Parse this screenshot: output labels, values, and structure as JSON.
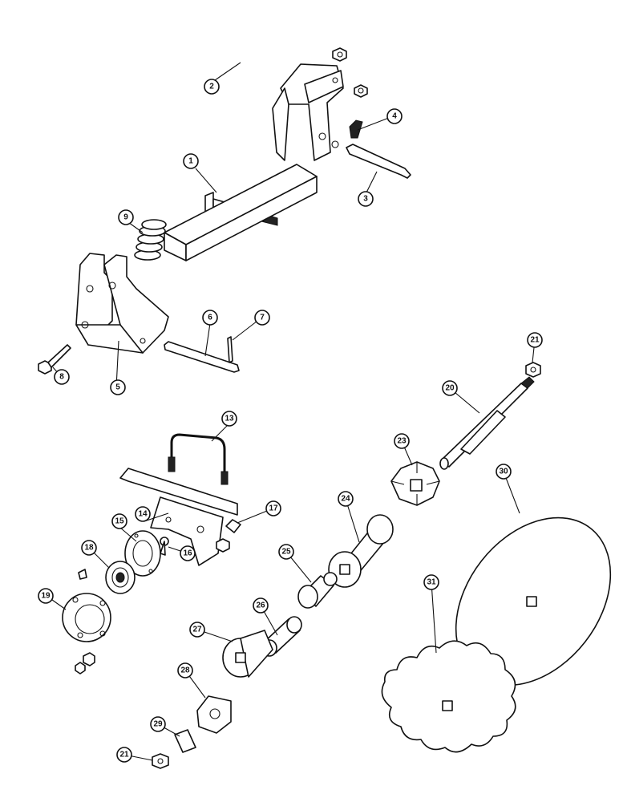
{
  "callouts": {
    "c1": "1",
    "c2": "2",
    "c3": "3",
    "c4": "4",
    "c5": "5",
    "c6": "6",
    "c7": "7",
    "c8": "8",
    "c9": "9",
    "c13": "13",
    "c14": "14",
    "c15": "15",
    "c16": "16",
    "c17": "17",
    "c18": "18",
    "c19": "19",
    "c20": "20",
    "c21a": "21",
    "c21b": "21",
    "c23": "23",
    "c24": "24",
    "c25": "25",
    "c26": "26",
    "c27": "27",
    "c28": "28",
    "c29": "29",
    "c30": "30",
    "c31": "31"
  }
}
